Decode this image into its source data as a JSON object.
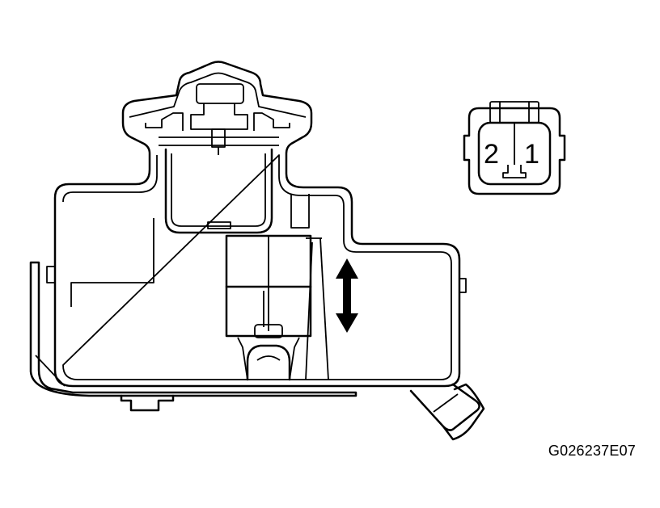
{
  "connector": {
    "pin_labels": [
      "2",
      "1"
    ]
  },
  "figure_code": "G026237E07",
  "colors": {
    "line": "#000000",
    "background": "#ffffff"
  }
}
